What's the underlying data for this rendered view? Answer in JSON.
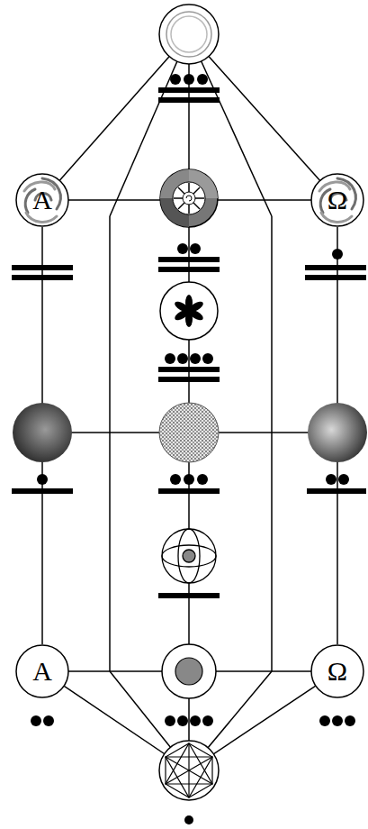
{
  "diagram": {
    "nodes": [
      {
        "text": [
          "A"
        ]
      },
      {
        "text": [
          "Ω"
        ]
      },
      {
        "text": [
          "A"
        ]
      },
      {
        "text": [
          "Ω"
        ]
      }
    ],
    "edges": [
      {
        "from": 0,
        "to": 2,
        "arrow": "none"
      },
      {
        "from": 1,
        "to": 3,
        "arrow": "none"
      }
    ]
  }
}
